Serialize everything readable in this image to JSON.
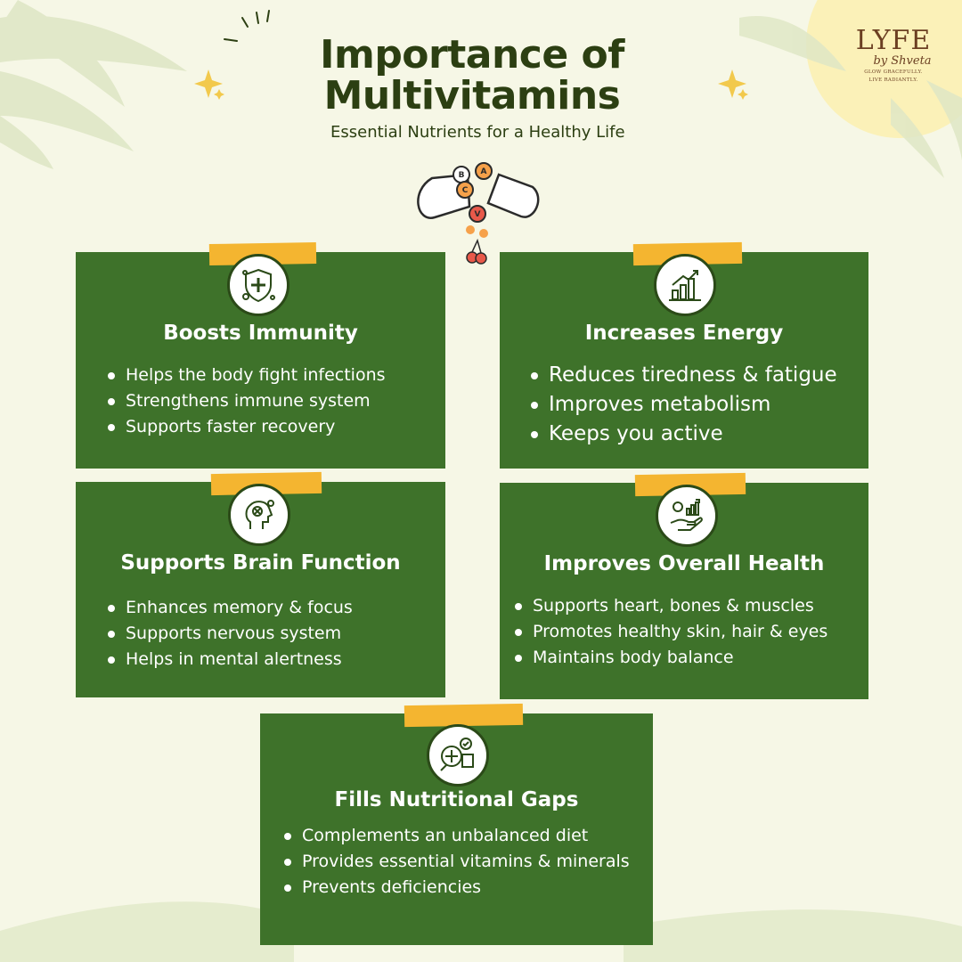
{
  "header": {
    "title_line1": "Importance of",
    "title_line2": "Multivitamins",
    "subtitle": "Essential Nutrients for a Healthy Life"
  },
  "logo": {
    "word": "LYFE",
    "by": "by Shveta",
    "tagline1": "GLOW GRACEFULLY.",
    "tagline2": "LIVE RADIANTLY."
  },
  "capsule": {
    "letters": [
      "B",
      "A",
      "C",
      "V"
    ]
  },
  "cards": [
    {
      "title": "Boosts Immunity",
      "icon": "shield-plus-icon",
      "bullets": [
        "Helps the body fight infections",
        "Strengthens immune system",
        "Supports faster recovery"
      ]
    },
    {
      "title": "Increases Energy",
      "icon": "bar-chart-growth-icon",
      "bullets": [
        "Reduces tiredness & fatigue",
        "Improves metabolism",
        "Keeps you active"
      ]
    },
    {
      "title": "Supports Brain Function",
      "icon": "brain-gear-icon",
      "bullets": [
        "Enhances memory & focus",
        "Supports nervous system",
        "Helps in mental alertness"
      ]
    },
    {
      "title": "Improves Overall Health",
      "icon": "hand-growth-icon",
      "bullets": [
        "Supports heart, bones & muscles",
        "Promotes healthy skin, hair & eyes",
        "Maintains body balance"
      ]
    },
    {
      "title": "Fills Nutritional Gaps",
      "icon": "nutrition-check-icon",
      "bullets": [
        "Complements an unbalanced diet",
        "Provides essential vitamins & minerals",
        "Prevents deficiencies"
      ]
    }
  ],
  "colors": {
    "background": "#f6f7e6",
    "card": "#3e722a",
    "tape": "#f4b530",
    "heading": "#2c3f12",
    "brand": "#6b3f22"
  }
}
